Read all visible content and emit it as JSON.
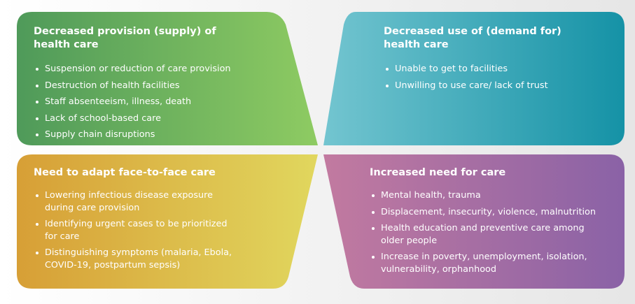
{
  "colors": {
    "top_left": [
      "#4f9a5a",
      "#8ecb62"
    ],
    "top_right": [
      "#73c5d0",
      "#1592a6"
    ],
    "bottom_left": [
      "#d79f36",
      "#e1d75e"
    ],
    "bottom_right": [
      "#c27aa0",
      "#8a62a6"
    ]
  },
  "panels": {
    "top_left": {
      "title": "Decreased provision (supply) of\nhealth care",
      "items": [
        "Suspension or reduction of care provision",
        "Destruction of health facilities",
        "Staff absenteeism, illness, death",
        "Lack of school-based care",
        "Supply chain disruptions"
      ]
    },
    "top_right": {
      "title": "Decreased use of (demand for)\nhealth care",
      "items": [
        "Unable to get to facilities",
        "Unwilling to use care/ lack of trust"
      ]
    },
    "bottom_left": {
      "title": "Need to adapt face-to-face care",
      "items": [
        "Lowering infectious disease exposure\nduring care provision",
        "Identifying urgent cases to be prioritized\nfor care",
        "Distinguishing symptoms (malaria, Ebola,\nCOVID-19, postpartum sepsis)"
      ]
    },
    "bottom_right": {
      "title": "Increased need for care",
      "items": [
        "Mental health, trauma",
        "Displacement, insecurity, violence, malnutrition",
        "Health education and preventive care among\nolder people",
        "Increase in poverty, unemployment, isolation,\nvulnerability, orphanhood"
      ]
    }
  }
}
